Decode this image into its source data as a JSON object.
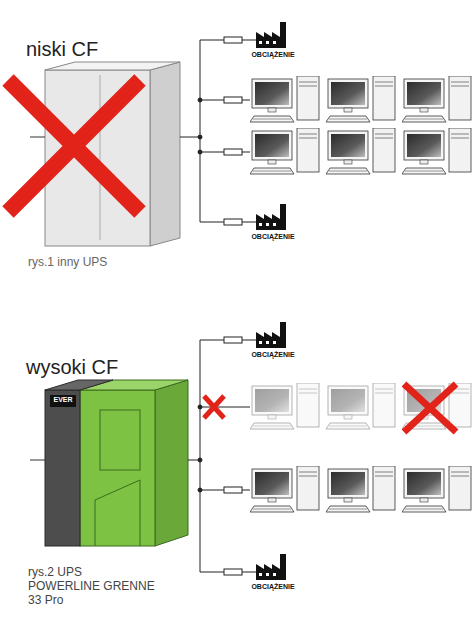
{
  "diagram": {
    "labels": [
      "niski CF",
      "OBCIĄŻENIE",
      "rys.1 inny UPS",
      "OBCIĄŻENIE",
      "wysoki CF",
      "EVER",
      "OBCIĄŻENIE",
      "rys.2 UPS POWERLINE GRENNE 33 Pro",
      "OBCIĄŻENIE"
    ]
  }
}
